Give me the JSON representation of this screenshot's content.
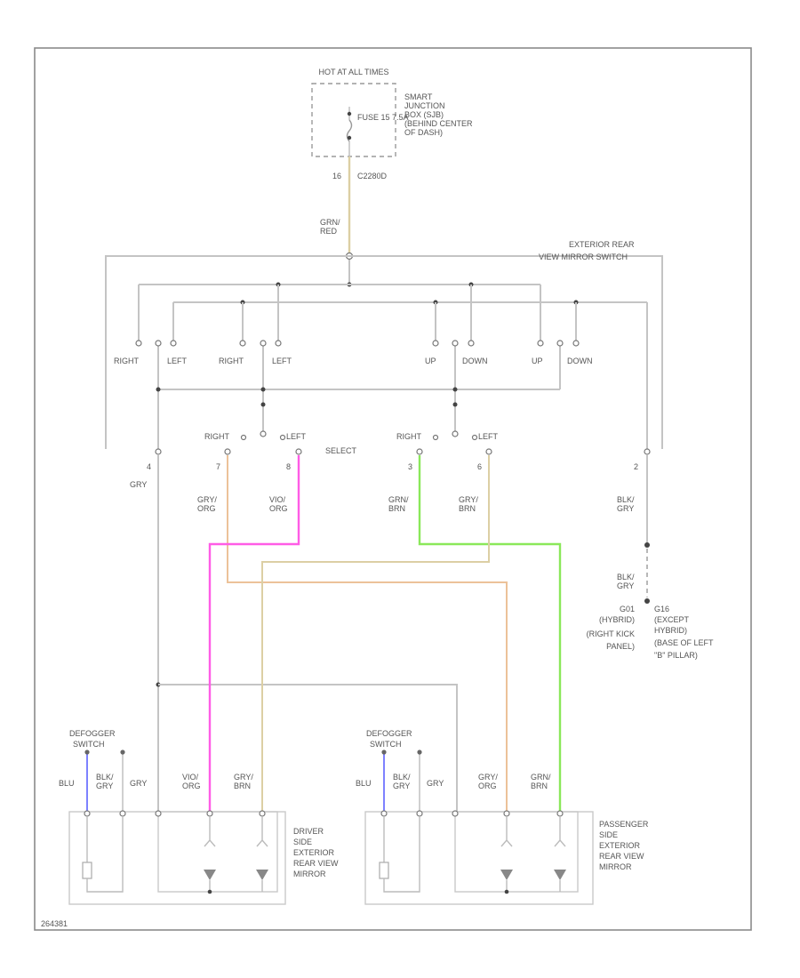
{
  "diagram": {
    "hot_label": "HOT AT ALL TIMES",
    "fuse_label": "FUSE 15 7.5A",
    "sjb_label": [
      "SMART",
      "JUNCTION",
      "BOX (SJB)",
      "(BEHIND CENTER",
      "OF DASH)"
    ],
    "sjb_pin": "16",
    "sjb_connector": "C2280D",
    "feed_wire_color": [
      "GRN/",
      "RED"
    ],
    "switch_label": [
      "EXTERIOR REAR",
      "VIEW MIRROR SWITCH"
    ],
    "contacts": [
      "RIGHT",
      "LEFT",
      "RIGHT",
      "LEFT",
      "UP",
      "DOWN",
      "UP",
      "DOWN"
    ],
    "select_label": "SELECT",
    "select_positions": [
      "RIGHT",
      "LEFT",
      "RIGHT",
      "LEFT"
    ],
    "switch_pins": [
      "4",
      "7",
      "8",
      "3",
      "6",
      "2"
    ],
    "wire_colors": {
      "gry": "GRY",
      "gry_org": [
        "GRY/",
        "ORG"
      ],
      "vio_org": [
        "VIO/",
        "ORG"
      ],
      "grn_brn": [
        "GRN/",
        "BRN"
      ],
      "gry_brn": [
        "GRY/",
        "BRN"
      ],
      "blk_gry": [
        "BLK/",
        "GRY"
      ],
      "blu": "BLU"
    },
    "ground_labels": {
      "g1": [
        "G01",
        "(HYBRID)",
        "(RIGHT KICK",
        "PANEL)"
      ],
      "g2": [
        "G16",
        "(EXCEPT",
        "HYBRID)",
        "(BASE OF LEFT",
        "\"B\" PILLAR)"
      ]
    },
    "defogger_label": [
      "DEFOGGER",
      "SWITCH"
    ],
    "driver_mirror_label": [
      "DRIVER",
      "SIDE",
      "EXTERIOR",
      "REAR VIEW",
      "MIRROR"
    ],
    "passenger_mirror_label": [
      "PASSENGER",
      "SIDE",
      "EXTERIOR",
      "REAR VIEW",
      "MIRROR"
    ],
    "corner_code": "264381"
  },
  "colors": {
    "pink": "#ff5ce6",
    "green": "#8ae85a",
    "orange": "#ecc299",
    "tan": "#dccfa4",
    "blue": "#6f74ff"
  }
}
